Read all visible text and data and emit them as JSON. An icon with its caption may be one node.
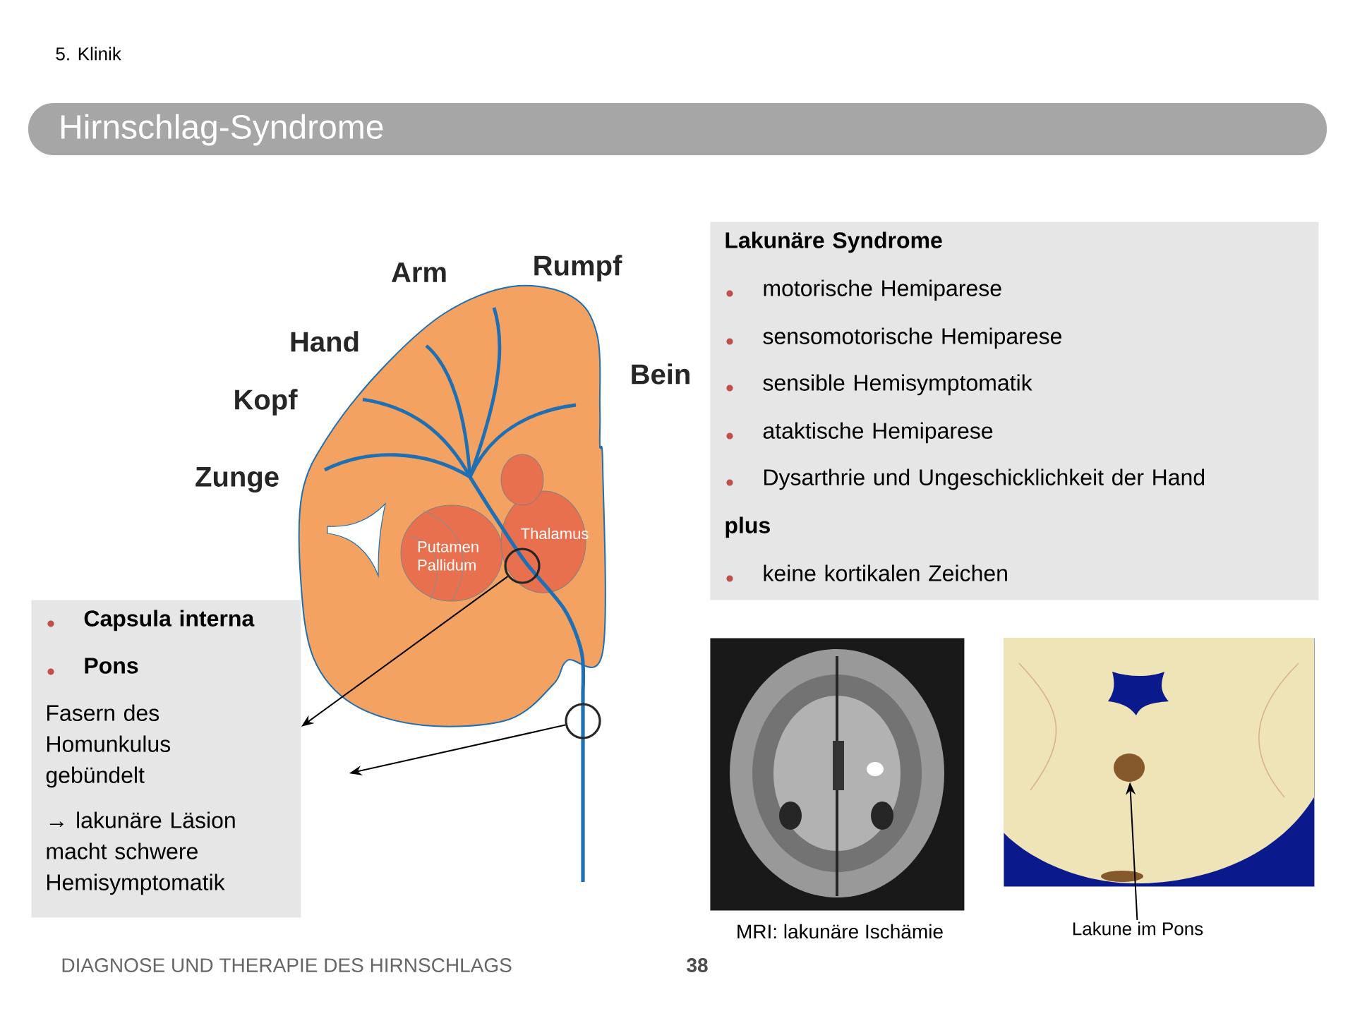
{
  "diagram": {
    "title": "Hirnschlag-Syndrome",
    "nodes": [
      {
        "text": [
          "Lakunäre Syndrome",
          "motorische Hemiparese",
          "sensomotorische Hemiparese",
          "sensible Hemisymptomatik",
          "ataktische Hemiparese",
          "Dysarthrie und Ungeschicklichkeit der Hand",
          "plus",
          "keine kortikalen Zeichen"
        ]
      },
      {
        "text": [
          "Capsula interna",
          "Pons",
          "Fasern des Homunkulus gebündelt",
          "→ lakunäre Läsion macht schwere Hemisymptomatik"
        ]
      },
      {
        "text": [],
        "shape": "circle"
      },
      {
        "text": [],
        "shape": "circle"
      },
      {
        "text": [],
        "shape": "picture",
        "beside": [
          "MRI: lakunäre Ischämie"
        ]
      },
      {
        "text": [],
        "shape": "picture"
      },
      {
        "text": [
          "Lakune im Pons"
        ]
      },
      {
        "text": [],
        "shape": "circle",
        "in": 5
      }
    ],
    "edges": [
      {
        "from": 2,
        "to": 1,
        "arrow": "to"
      },
      {
        "from": 3,
        "to": 1,
        "arrow": "to"
      },
      {
        "from": 6,
        "to": 7,
        "arrow": "to"
      }
    ],
    "labels": [
      "5. Klinik",
      "Arm",
      "Rumpf",
      "Hand",
      "Bein",
      "Kopf",
      "Zunge",
      "Thalamus",
      "Putamen Pallidum",
      "DIAGNOSE UND THERAPIE DES HIRNSCHLAGS",
      "38"
    ]
  }
}
